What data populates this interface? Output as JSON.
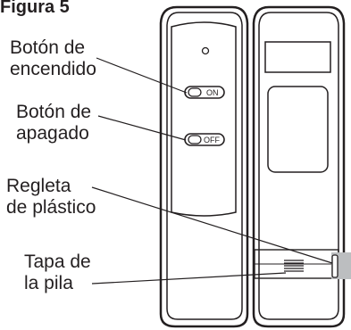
{
  "figure": {
    "title": "Figura 5",
    "labels": {
      "on_button_l1": "Botón de",
      "on_button_l2": "encendido",
      "off_button_l1": "Botón de",
      "off_button_l2": "apagado",
      "strip_l1": "Regleta",
      "strip_l2": "de plástico",
      "battery_l1": "Tapa de",
      "battery_l2": "la pila"
    },
    "buttons": {
      "on": "ON",
      "off": "OFF"
    }
  }
}
